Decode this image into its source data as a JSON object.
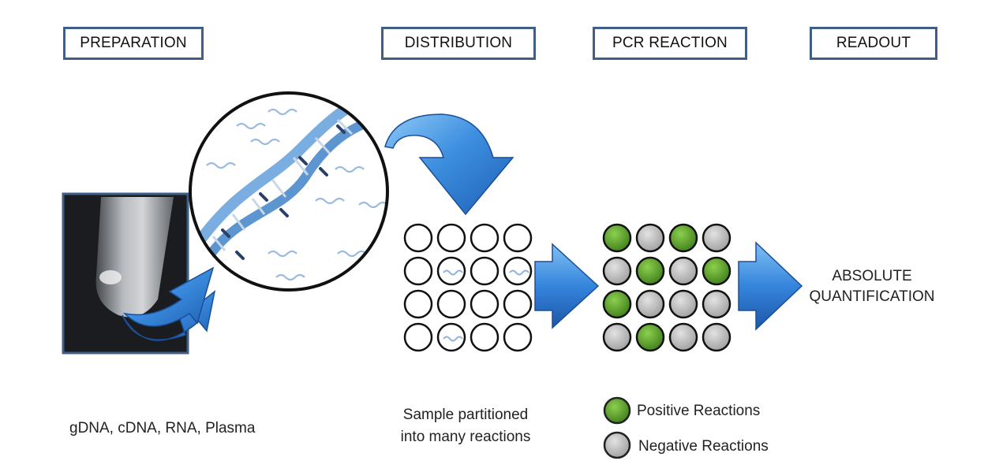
{
  "stages": {
    "preparation": "PREPARATION",
    "distribution": "DISTRIBUTION",
    "pcr": "PCR REACTION",
    "readout": "READOUT"
  },
  "captions": {
    "preparation": "gDNA, cDNA, RNA, Plasma",
    "distribution_line1": "Sample partitioned",
    "distribution_line2": "into many reactions",
    "readout_line1": "ABSOLUTE",
    "readout_line2": "QUANTIFICATION"
  },
  "legend": {
    "positive": "Positive Reactions",
    "negative": "Negative Reactions"
  },
  "colors": {
    "positive": "#5a9a2a",
    "negative": "#bdbdbd",
    "arrow": "#2f7fd6",
    "box_border": "#3f5f86"
  },
  "distribution_grid": [
    [
      0,
      0,
      0,
      0
    ],
    [
      0,
      1,
      0,
      1
    ],
    [
      0,
      0,
      0,
      0
    ],
    [
      0,
      1,
      0,
      0
    ]
  ],
  "pcr_grid": [
    [
      "pos",
      "neg",
      "pos",
      "neg"
    ],
    [
      "neg",
      "pos",
      "neg",
      "pos"
    ],
    [
      "pos",
      "neg",
      "neg",
      "neg"
    ],
    [
      "neg",
      "pos",
      "neg",
      "neg"
    ]
  ]
}
